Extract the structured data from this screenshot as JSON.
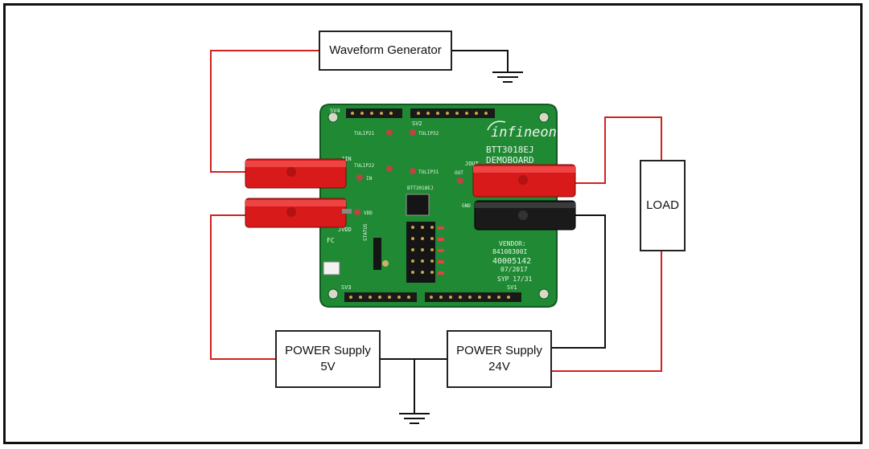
{
  "blocks": {
    "waveform_generator": "Waveform Generator",
    "load": "LOAD",
    "ps5": {
      "line1": "POWER Supply",
      "line2": "5V"
    },
    "ps24": {
      "line1": "POWER Supply",
      "line2": "24V"
    }
  },
  "board": {
    "brand": "infineon",
    "part": "BTT3018EJ",
    "subtitle": "DEMOBOARD",
    "vendor_label": "VENDOR:",
    "vendor_number": "84108300I",
    "serial": "40005142",
    "date": "07/2017",
    "code": "SYP 17/31",
    "ic_label": "BTT3018EJ",
    "header_sv4": "SV4",
    "header_sv2": "SV2",
    "header_sv3": "SV3",
    "header_sv1": "SV1",
    "tp_tulip21": "TULIP21",
    "tp_tulip22": "TULIP22",
    "tp_tulip32": "TULIP32",
    "tp_tulip31": "TULIP31",
    "tp_in": "IN",
    "tp_vdd": "VDD",
    "tp_out": "OUT",
    "tp_gnd": "GND",
    "jack_jin": "JIN",
    "jack_jvdd": "JVDD",
    "jack_jout": "JOUT",
    "label_status": "STATUS",
    "label_fc": "FC"
  },
  "colors": {
    "wire_red": "#d42020",
    "wire_black": "#111111",
    "pcb_green": "#1f8a33",
    "clip_red": "#d81a1a",
    "clip_black": "#1a1a1a"
  },
  "icons": [
    "ground-symbol"
  ]
}
